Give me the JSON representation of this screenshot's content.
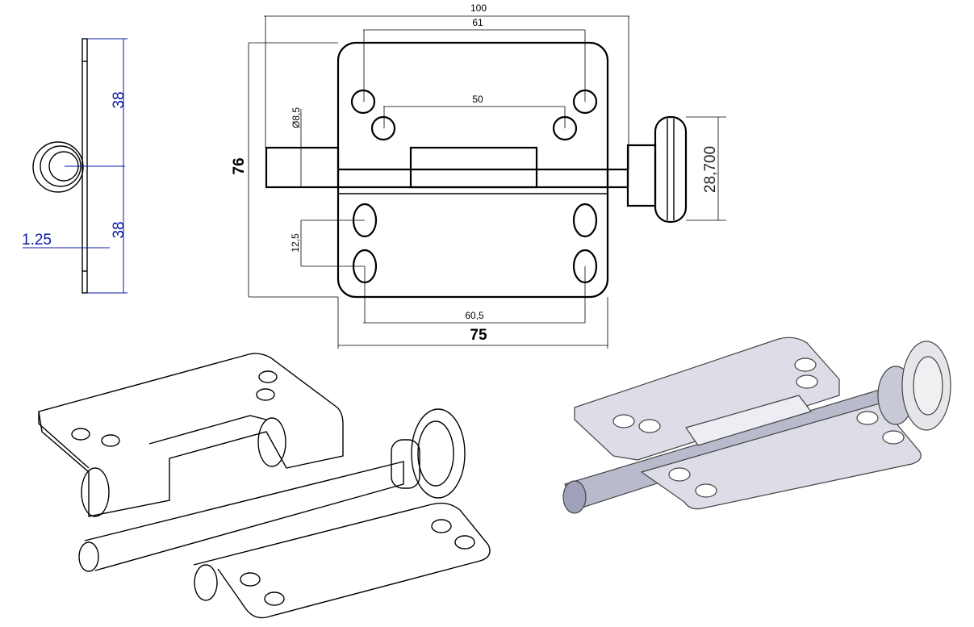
{
  "front_view": {
    "overall_width": "100",
    "top_hole_spacing": "61",
    "inner_hole_spacing": "50",
    "pin_diameter": "Ø8,5",
    "height": "76",
    "knob_diameter": "28,700",
    "slot_spacing": "12,5",
    "bottom_hole_spacing": "60,5",
    "plate_width": "75"
  },
  "side_view": {
    "upper_leaf": "38",
    "lower_leaf": "38",
    "thickness": "1.25",
    "dim_color": "#0a1aa8"
  },
  "colors": {
    "assembled_fill": "#dcdde6",
    "assembled_shade": "#9fa2b8"
  }
}
